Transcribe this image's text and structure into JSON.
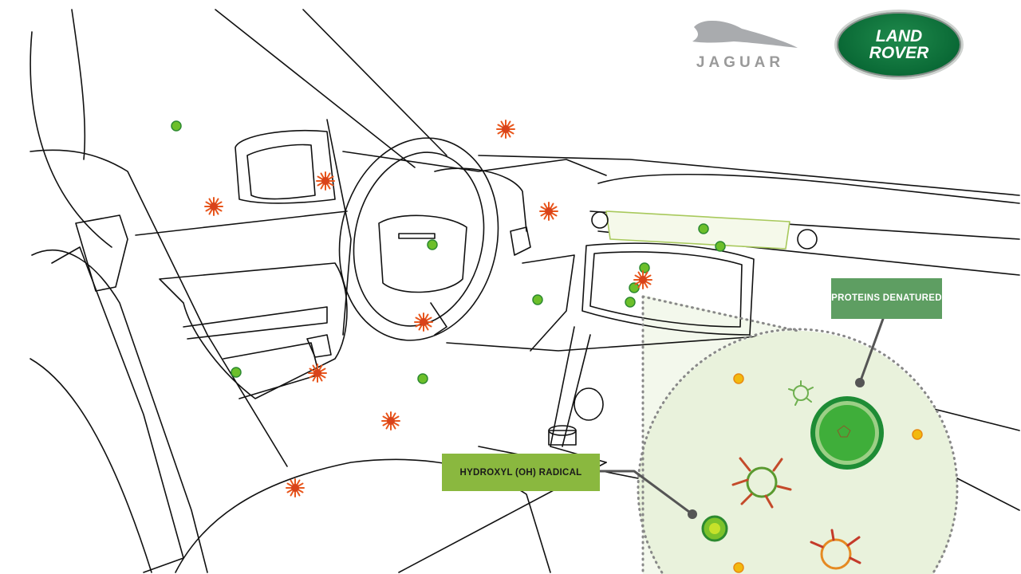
{
  "logos": {
    "jaguar": "JAGUAR",
    "land_rover_line1": "LAND",
    "land_rover_line2": "ROVER"
  },
  "labels": {
    "hydroxyl": "HYDROXYL (OH) RADICAL",
    "proteins": "PROTEINS DENATURED"
  },
  "colors": {
    "hydroxyl_label": "#8ab83f",
    "proteins_label": "#5e9e62",
    "zoom_fill": "#e9f2dc",
    "particle_green": "#5cb82e",
    "particle_orange": "#e8561c",
    "land_rover_green": "#005a2b"
  }
}
